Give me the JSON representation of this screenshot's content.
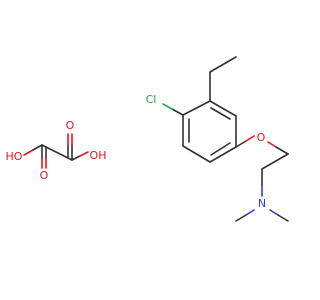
{
  "colors": {
    "carbon_bond": "#303030",
    "oxygen": "#e6161c",
    "nitrogen": "#2f3de0",
    "chlorine": "#2aa34a",
    "background": "#ffffff"
  },
  "oxalic_acid": {
    "hydroxyl_left": "HO",
    "hydroxyl_right": "OH",
    "carbonyl_left": "O",
    "carbonyl_right": "O"
  },
  "amine_ether": {
    "chloro": "Cl",
    "ether_oxygen": "O",
    "amine_nitrogen": "N"
  }
}
